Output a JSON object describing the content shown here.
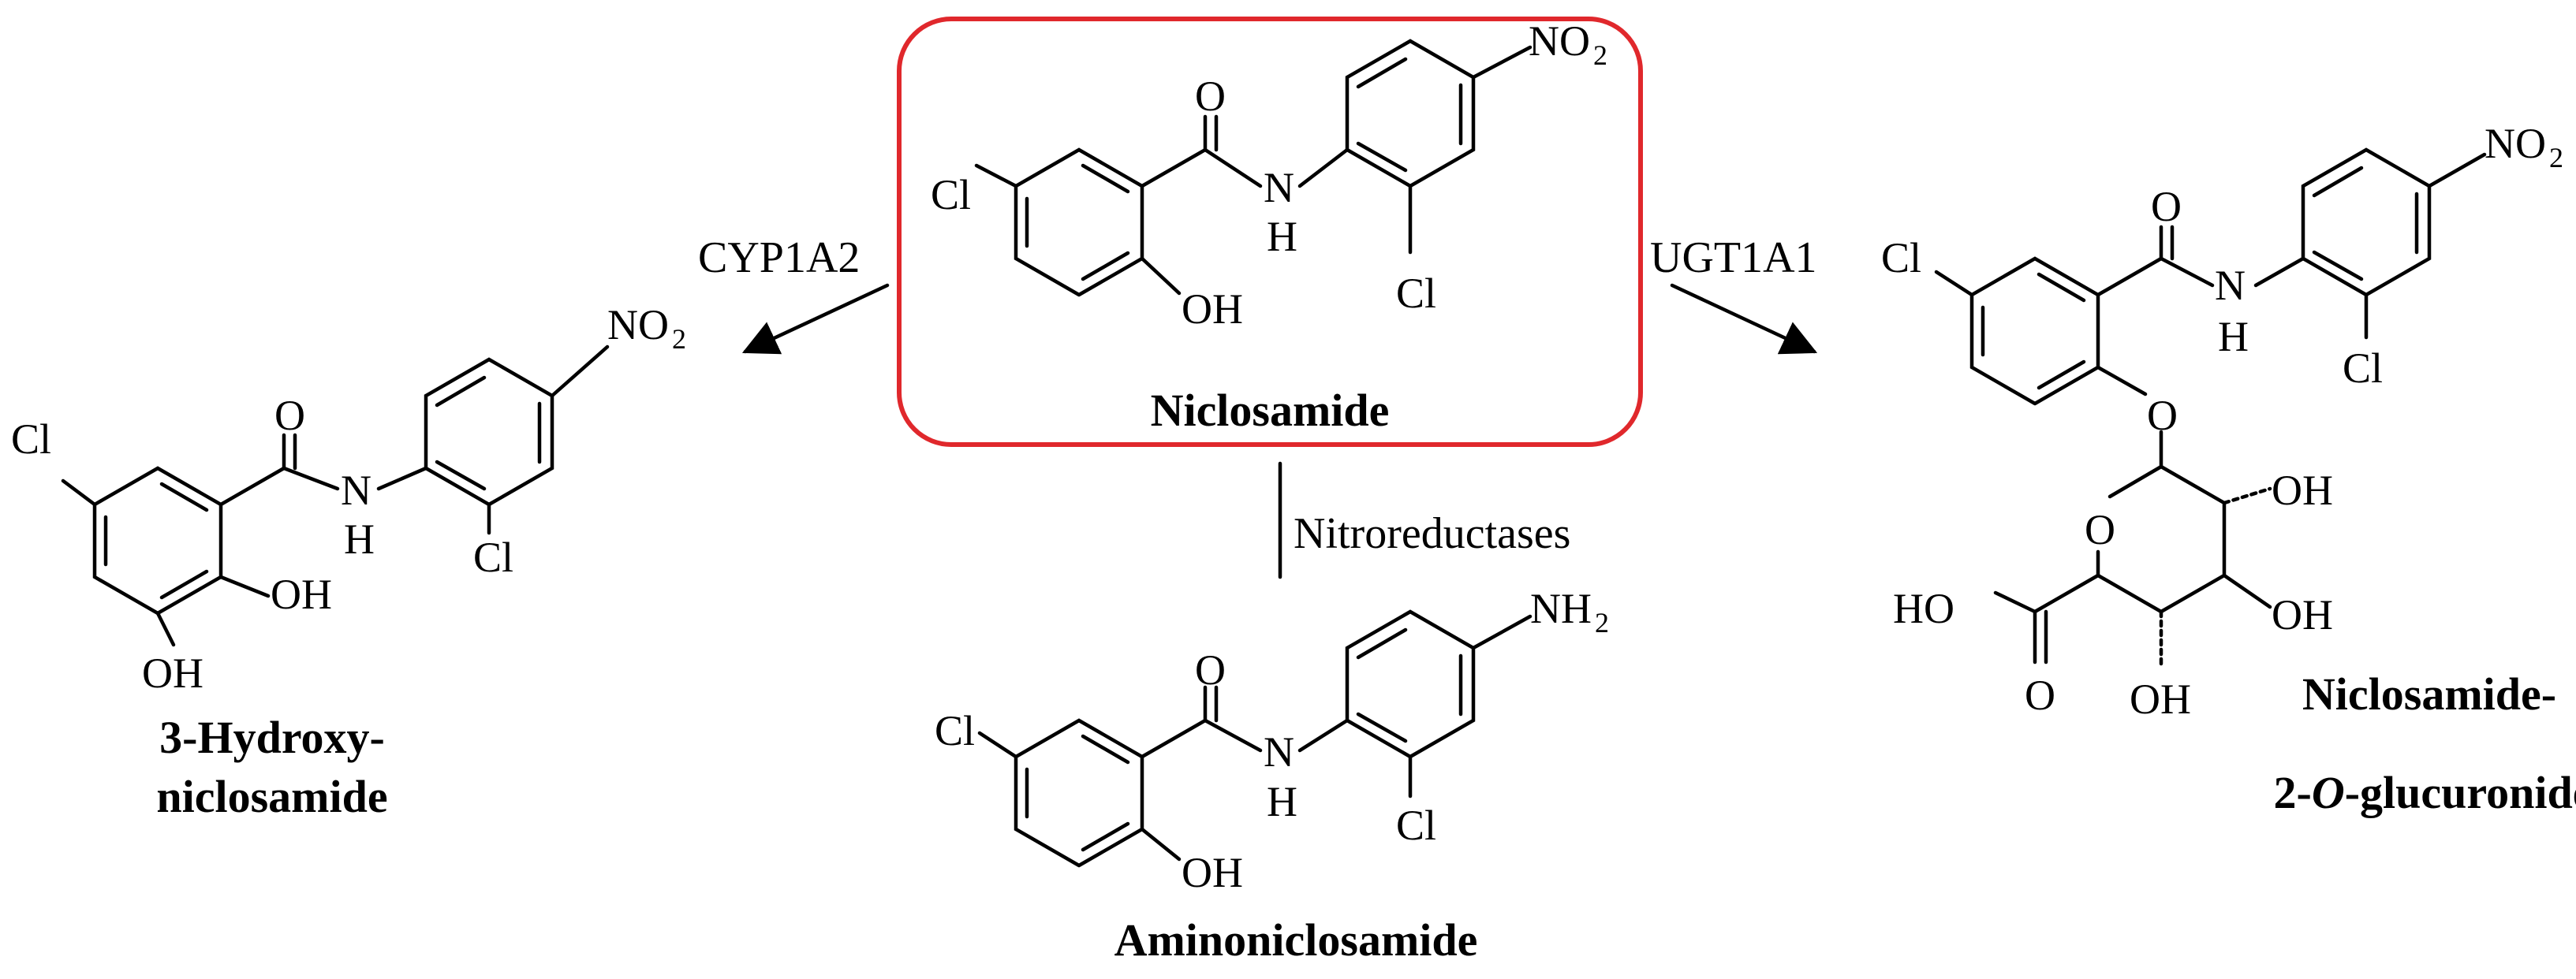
{
  "colors": {
    "highlight_box": "#e0282c",
    "ink": "#000000",
    "background": "#ffffff"
  },
  "enzymes": {
    "left": "CYP1A2",
    "right": "UGT1A1",
    "down": "Nitroreductases"
  },
  "compounds": {
    "niclosamide": {
      "name": "Niclosamide",
      "atoms": {
        "cl_ring": "Cl",
        "o": "O",
        "n": "N",
        "h": "H",
        "oh": "OH",
        "cl2": "Cl",
        "no2_main": "NO",
        "no2_sub": "2"
      }
    },
    "hydroxy": {
      "name_line1": "3-Hydroxy-",
      "name_line2": "niclosamide",
      "atoms": {
        "cl_ring": "Cl",
        "o": "O",
        "n": "N",
        "h": "H",
        "oh1": "OH",
        "oh2": "OH",
        "cl2": "Cl",
        "no2_main": "NO",
        "no2_sub": "2"
      }
    },
    "amino": {
      "name": "Aminoniclosamide",
      "atoms": {
        "cl_ring": "Cl",
        "o": "O",
        "n": "N",
        "h": "H",
        "oh": "OH",
        "cl2": "Cl",
        "nh2_main": "NH",
        "nh2_sub": "2"
      }
    },
    "glucuronide": {
      "name_line1": "Niclosamide-",
      "name_line2_pre": "2-",
      "name_line2_italic": "O",
      "name_line2_post": "-glucuronide",
      "atoms": {
        "cl_ring": "Cl",
        "o": "O",
        "n": "N",
        "h": "H",
        "cl2": "Cl",
        "no2_main": "NO",
        "no2_sub": "2",
        "o_link": "O",
        "o_ring": "O",
        "oh1": "OH",
        "oh2": "OH",
        "oh3": "OH",
        "ho": "HO",
        "o_acid": "O"
      }
    }
  },
  "icons": [
    "reaction-arrow",
    "reaction-line"
  ]
}
